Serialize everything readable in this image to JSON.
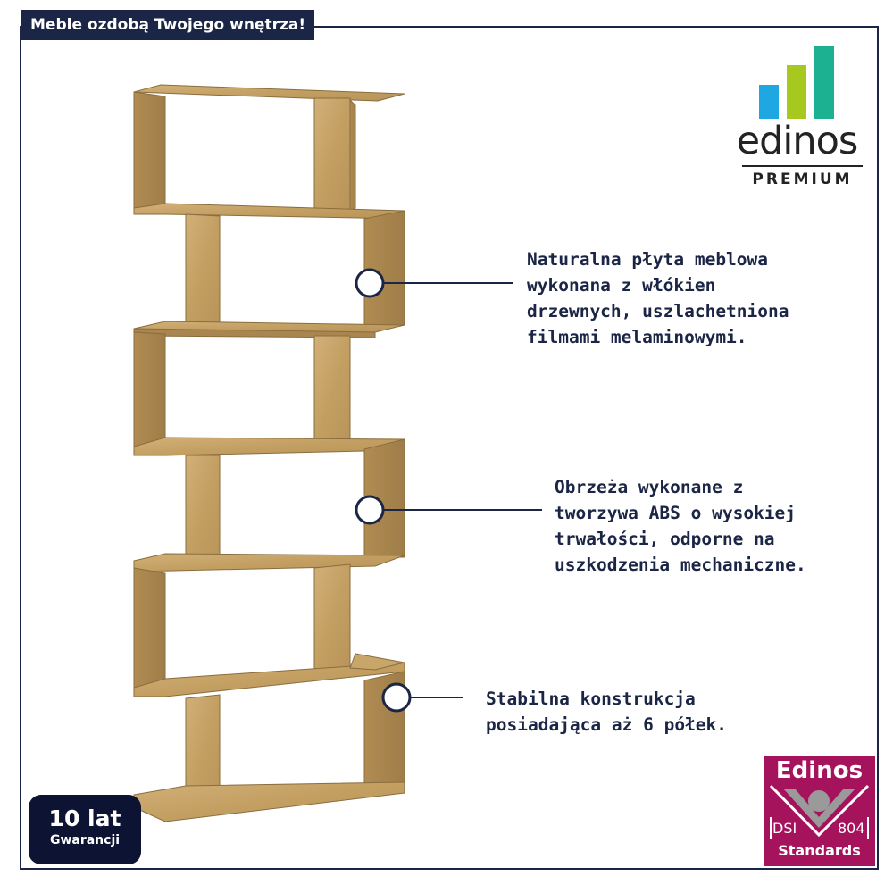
{
  "header": {
    "title": "Meble ozdobą Twojego wnętrza!"
  },
  "brand": {
    "name": "edinos",
    "tagline": "PREMIUM",
    "bar_colors": [
      "#1ea7e0",
      "#a6c81f",
      "#1bb191"
    ]
  },
  "colors": {
    "navy": "#1b2545",
    "wood": "#c8a66a",
    "wood_dark": "#a98650",
    "badge": "#a5135d"
  },
  "callouts": [
    {
      "lines": [
        "Naturalna płyta meblowa",
        "wykonana z włókien",
        "drzewnych, uszlachetniona",
        "filmami melaminowymi."
      ]
    },
    {
      "lines": [
        "Obrzeża wykonane z",
        "tworzywa ABS o wysokiej",
        "trwałości, odporne na",
        "uszkodzenia mechaniczne."
      ]
    },
    {
      "lines": [
        "Stabilna konstrukcja",
        "posiadająca aż 6 półek."
      ]
    }
  ],
  "warranty": {
    "main": "10 lat",
    "sub": "Gwarancji"
  },
  "standards_badge": {
    "title": "Edinos",
    "code_left": "DSI",
    "code_right": "804",
    "subtitle": "Standards"
  }
}
